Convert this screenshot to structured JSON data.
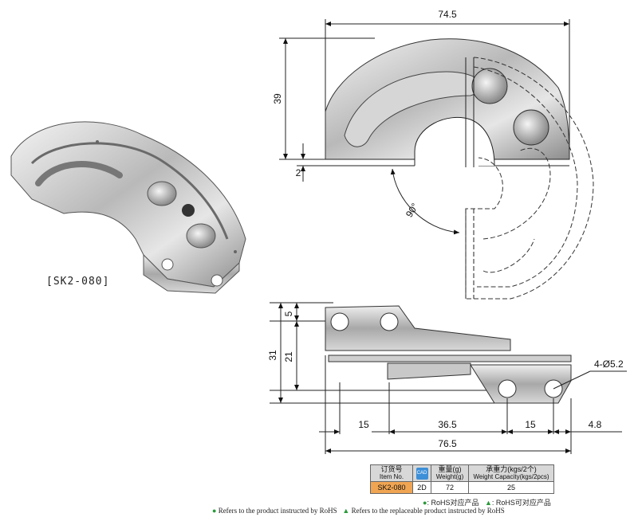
{
  "model_label": "[SK2-080]",
  "dimensions": {
    "top_width": "74.5",
    "top_height": "39",
    "top_thickness": "2",
    "angle": "90°",
    "side_hole_top": "5",
    "side_hole_mid": "21",
    "side_height": "31",
    "holes": "4-Ø5.2",
    "bottom_15a": "15",
    "bottom_36_5": "36.5",
    "bottom_15b": "15",
    "bottom_4_8": "4.8",
    "overall_width": "76.5"
  },
  "spec_table": {
    "headers": {
      "item_cn": "订货号",
      "item_en": "Item No.",
      "cad": "CAD",
      "weight_cn": "重量(g)",
      "weight_en": "Weight(g)",
      "capacity_cn": "承重力(kgs/2个)",
      "capacity_en": "Weight Capacity(kgs/2pcs)"
    },
    "row": {
      "item_no": "SK2-080",
      "cad": "2D",
      "weight": "72",
      "capacity": "25"
    }
  },
  "notes": {
    "rohs_cn": ": RoHS对应产品",
    "rohs_replaceable_cn": ": RoHS可对应产品",
    "rohs_en": "Refers to the product instructed by RoHS",
    "rohs_replaceable_en": "Refers to the replaceable product instructed by RoHS"
  },
  "colors": {
    "rohs_mark": "#2a9a3a",
    "item_cell": "#f0a552",
    "cad_badge": "#3d8fd8"
  }
}
